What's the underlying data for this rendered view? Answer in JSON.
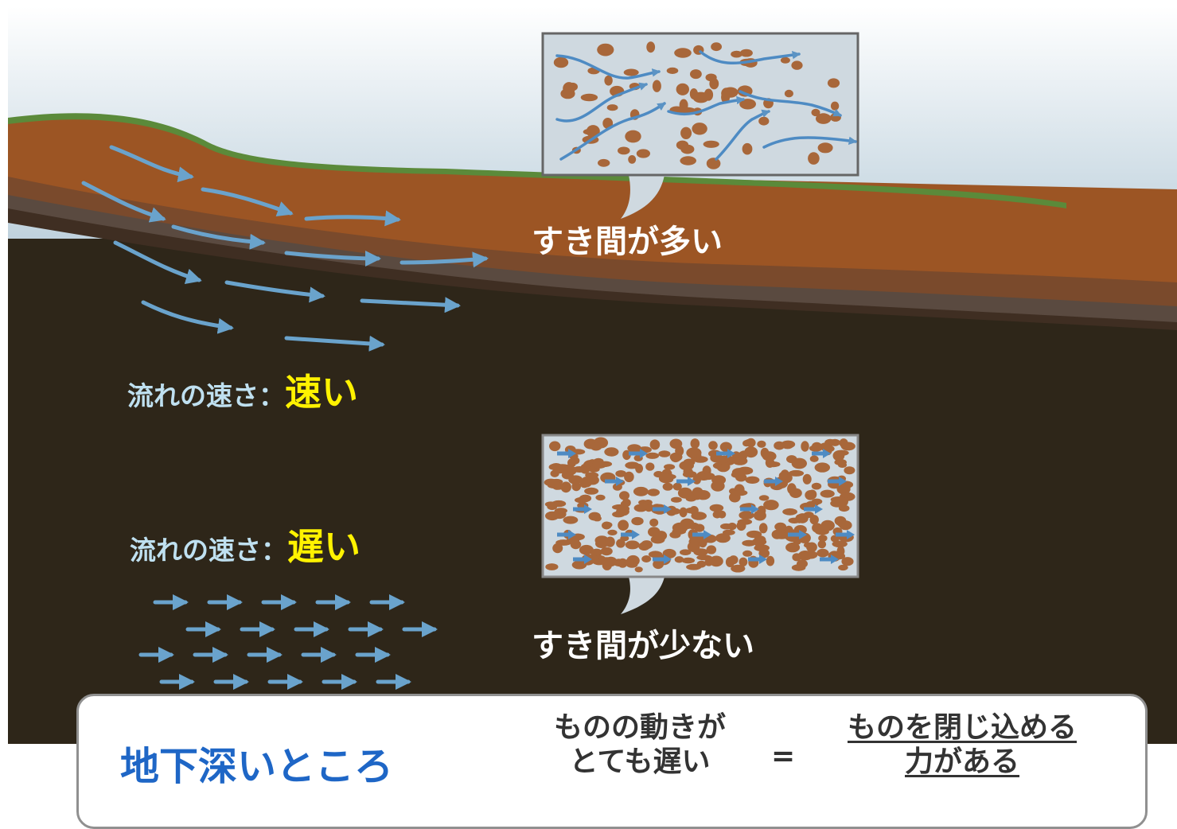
{
  "labels": {
    "big_gap": "すき間が多い",
    "small_gap": "すき間が少ない",
    "fast_prefix": "流れの速さ：",
    "fast_value": "速い",
    "slow_prefix": "流れの速さ：",
    "slow_value": "遅い"
  },
  "panel": {
    "title": "地下深いところ",
    "movement_line1": "ものの動きが",
    "movement_line2": "とても遅い",
    "equals": "=",
    "confine_line1": "ものを閉じ込める",
    "confine_line2": "力がある"
  },
  "colors": {
    "sky_top": "#ffffff",
    "sky_bottom": "#b9cfdc",
    "grass": "#5b8a3a",
    "soil_orange": "#9c5524",
    "soil_dark": "#2e2619",
    "water": "#3a7aa8",
    "flow_arrow": "#6aa3cc",
    "speed_value": "#fff200",
    "panel_title": "#1e66c6",
    "grain": "#a8673a"
  },
  "icons": {
    "fast_flow": "curved-arrow-icon",
    "slow_flow": "straight-arrow-icon"
  }
}
